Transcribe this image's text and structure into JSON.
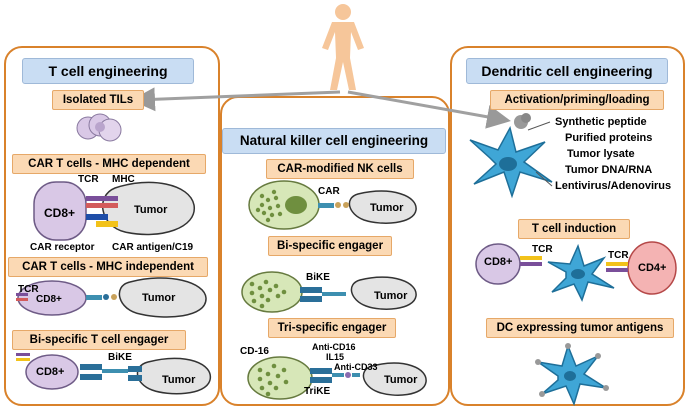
{
  "colors": {
    "panel_border": "#d9822b",
    "header_bg": "#c9ddf3",
    "label_bg": "#fbd9b4",
    "nk_cell": "#d7e7b8",
    "granule": "#6f8f3f",
    "tumor": "#e4e4e4",
    "cd8_cell": "#d9c8e6",
    "dendritic": "#3fa6d6",
    "cd4_cell": "#f4b3b3",
    "arrow": "#a0a0a0"
  },
  "tcell": {
    "title": "T cell engineering",
    "isolated_tils": "Isolated TILs",
    "car_mhc_dep": "CAR T cells - MHC dependent",
    "tcr": "TCR",
    "mhc": "MHC",
    "cd8": "CD8+",
    "tumor": "Tumor",
    "car_receptor": "CAR receptor",
    "car_antigen": "CAR antigen/C19",
    "car_mhc_indep": "CAR T cells - MHC independent",
    "bispecific": "Bi-specific T cell engager",
    "bike": "BiKE"
  },
  "nk": {
    "title": "Natural killer cell engineering",
    "car_modified": "CAR-modified NK cells",
    "car": "CAR",
    "tumor": "Tumor",
    "bispecific": "Bi-specific engager",
    "bike": "BiKE",
    "trispecific": "Tri-specific engager",
    "cd16": "CD-16",
    "anti_cd16": "Anti-CD16",
    "il15": "IL15",
    "anti_cd33": "Anti-CD33",
    "trike": "TriKE"
  },
  "dc": {
    "title": "Dendritic cell engineering",
    "activation": "Activation/priming/loading",
    "list": [
      "Synthetic peptide",
      "Purified proteins",
      "Tumor lysate",
      "Tumor DNA/RNA",
      "Lentivirus/Adenovirus"
    ],
    "tcell_induction": "T cell induction",
    "cd8": "CD8+",
    "tcr": "TCR",
    "tcr2": "TCR",
    "cd4": "CD4+",
    "dc_expressing": "DC expressing tumor antigens"
  }
}
